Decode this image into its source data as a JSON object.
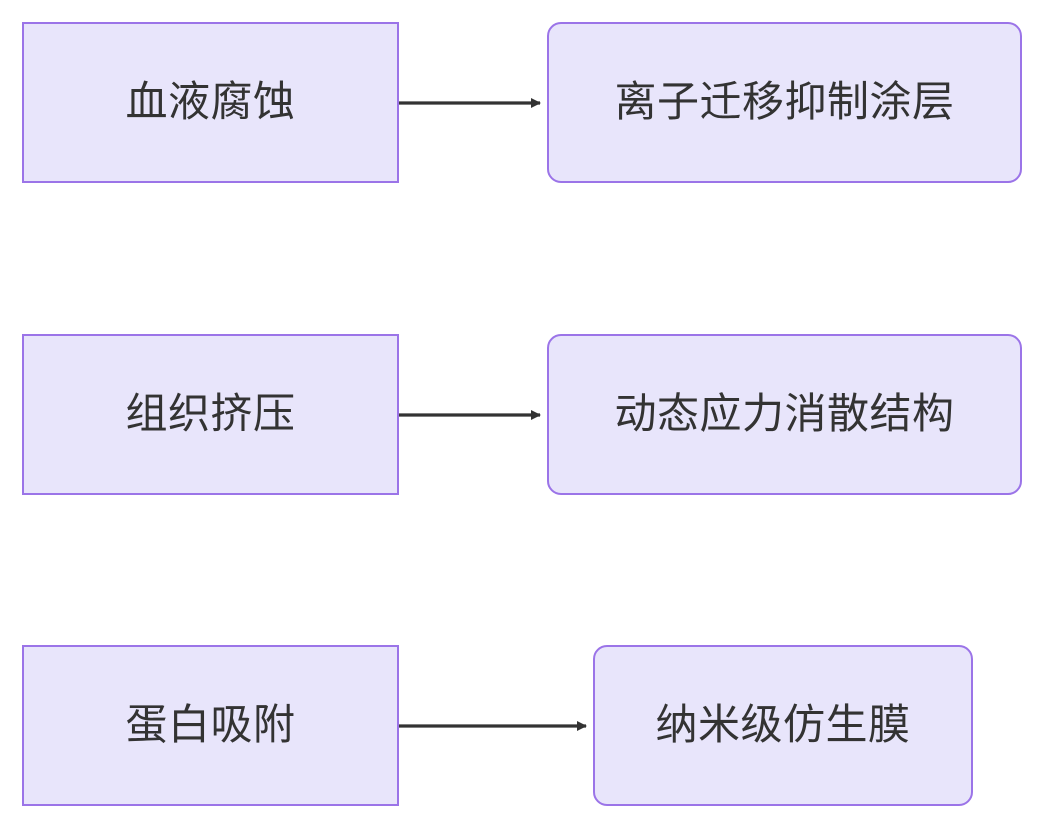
{
  "diagram": {
    "type": "flowchart",
    "direction": "left-to-right",
    "background_color": "#ffffff",
    "node_fill_color": "#e8e5fb",
    "node_border_color": "#9b74e8",
    "node_text_color": "#333333",
    "edge_color": "#333333",
    "rows": [
      {
        "source": {
          "label": "血液腐蚀",
          "shape": "rectangle"
        },
        "target": {
          "label": "离子迁移抑制涂层",
          "shape": "rounded-rectangle"
        },
        "edge": {
          "style": "solid",
          "arrowhead": "filled-triangle"
        }
      },
      {
        "source": {
          "label": "组织挤压",
          "shape": "rectangle"
        },
        "target": {
          "label": "动态应力消散结构",
          "shape": "rounded-rectangle"
        },
        "edge": {
          "style": "solid",
          "arrowhead": "filled-triangle"
        }
      },
      {
        "source": {
          "label": "蛋白吸附",
          "shape": "rectangle"
        },
        "target": {
          "label": "纳米级仿生膜",
          "shape": "rounded-rectangle"
        },
        "edge": {
          "style": "solid",
          "arrowhead": "filled-triangle"
        }
      }
    ]
  }
}
